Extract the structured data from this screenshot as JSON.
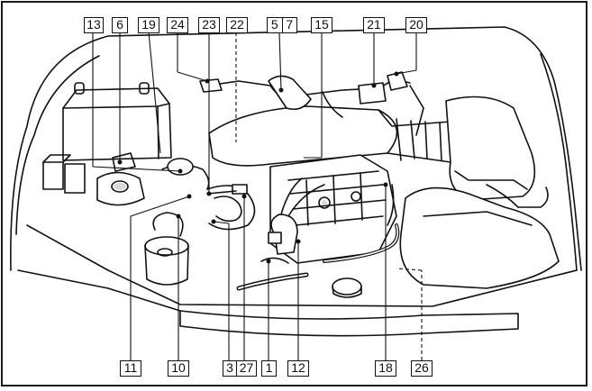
{
  "diagram": {
    "callouts": {
      "c13": "13",
      "c6": "6",
      "c19": "19",
      "c24": "24",
      "c23": "23",
      "c22": "22",
      "c5": "5",
      "c7": "7",
      "c15": "15",
      "c21": "21",
      "c20": "20",
      "c11": "11",
      "c10": "10",
      "c3": "3",
      "c27": "27",
      "c1": "1",
      "c12": "12",
      "c18": "18",
      "c26": "26"
    },
    "colors": {
      "ink": "#111111",
      "background": "#ffffff",
      "shade": "#d9d9d9"
    }
  }
}
